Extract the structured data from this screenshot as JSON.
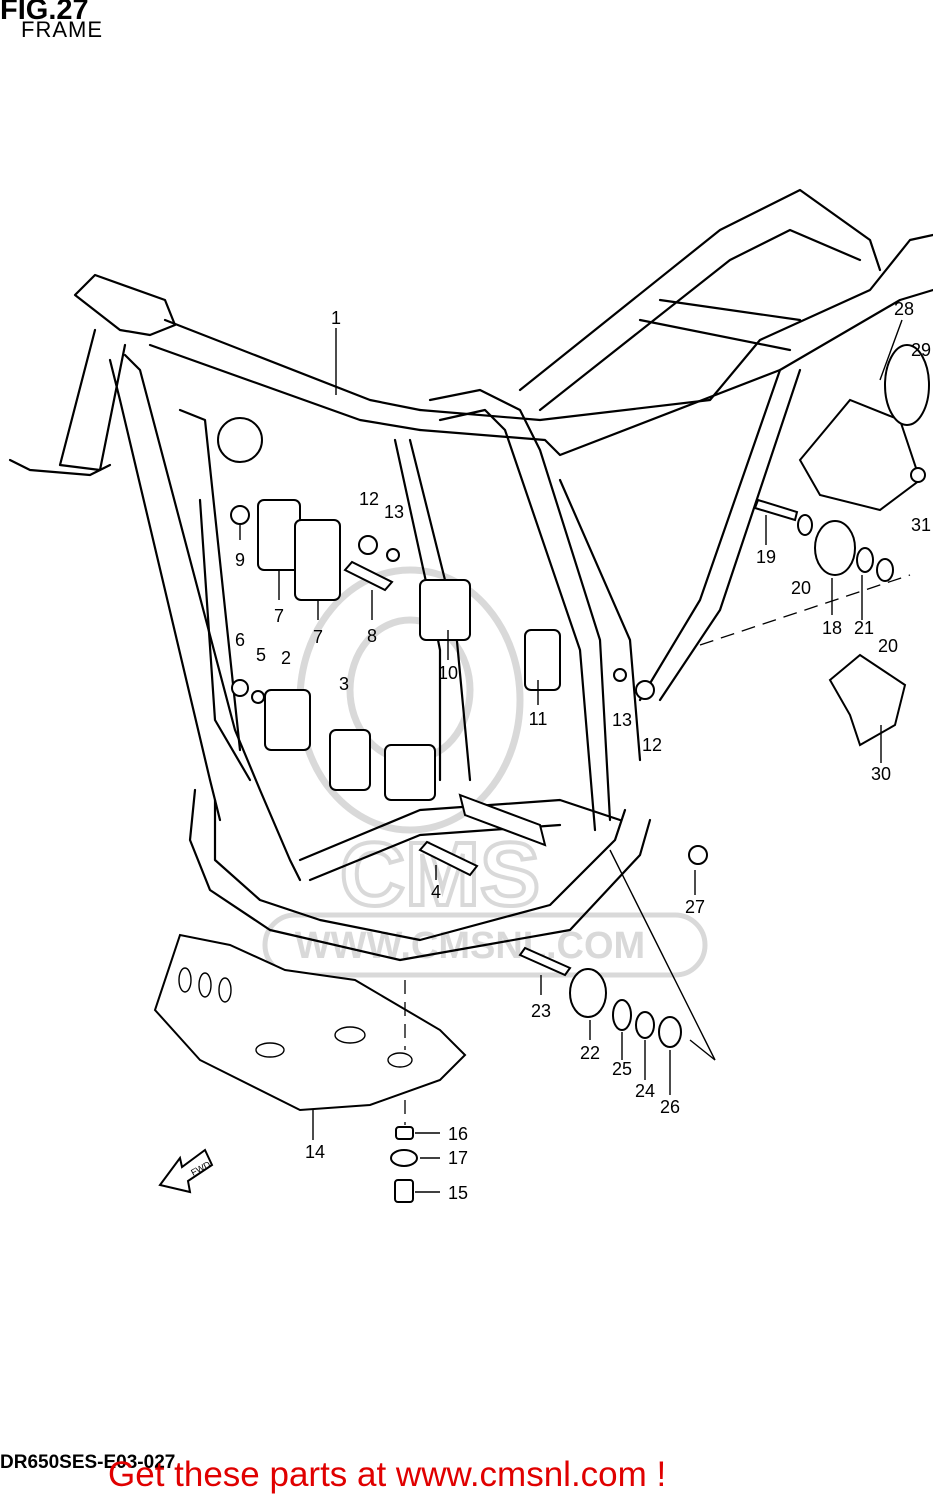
{
  "figure": {
    "title": "FIG.27",
    "subtitle": "FRAME",
    "diagram_code": "DR650SES-E03-027"
  },
  "watermark": {
    "text": "WWW.CMSNL.COM",
    "logo_text": "CMS"
  },
  "fwd_arrow_label": "FWD",
  "callouts": {
    "c1": "1",
    "c2": "2",
    "c3": "3",
    "c4": "4",
    "c5": "5",
    "c6": "6",
    "c7a": "7",
    "c7b": "7",
    "c8": "8",
    "c9": "9",
    "c10": "10",
    "c11": "11",
    "c12a": "12",
    "c12b": "12",
    "c13a": "13",
    "c13b": "13",
    "c14": "14",
    "c15": "15",
    "c16": "16",
    "c17": "17",
    "c18": "18",
    "c19": "19",
    "c20a": "20",
    "c20b": "20",
    "c21": "21",
    "c22": "22",
    "c23": "23",
    "c24": "24",
    "c25": "25",
    "c26": "26",
    "c27": "27",
    "c28": "28",
    "c29": "29",
    "c30": "30",
    "c31": "31"
  },
  "promo": {
    "text": "Get these parts at www.cmsnl.com !"
  }
}
